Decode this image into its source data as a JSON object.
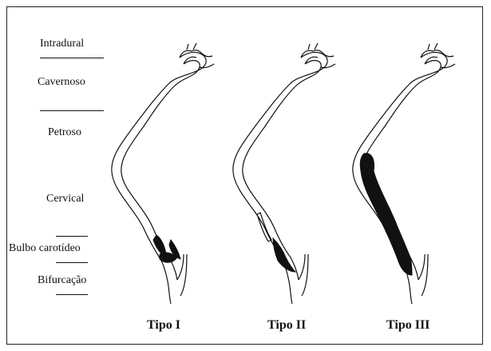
{
  "segments": {
    "intradural": "Intradural",
    "cavernoso": "Cavernoso",
    "petroso": "Petroso",
    "cervical": "Cervical",
    "bulbo": "Bulbo carotídeo",
    "bifurcacao": "Bifurcação"
  },
  "types": {
    "tipo1": "Tipo I",
    "tipo2": "Tipo II",
    "tipo3": "Tipo III"
  }
}
